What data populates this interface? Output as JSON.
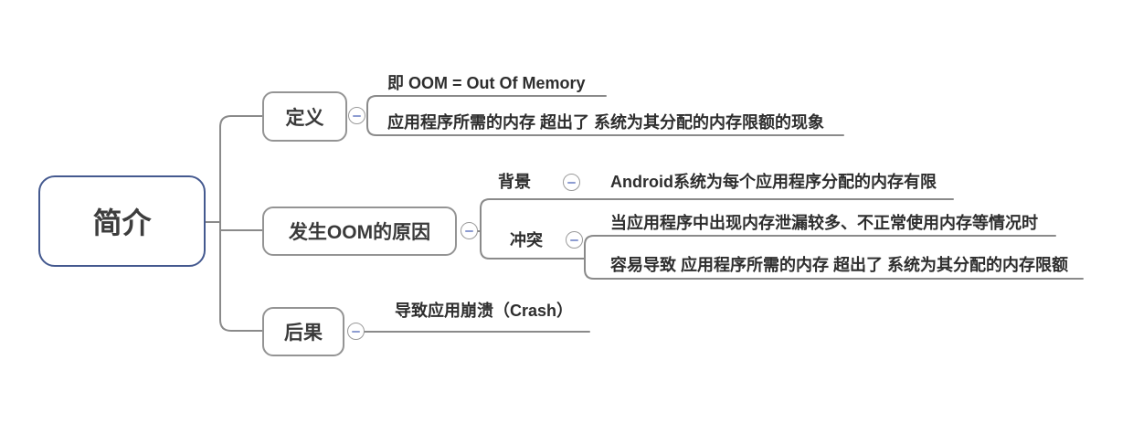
{
  "root": {
    "label": "简介"
  },
  "branches": [
    {
      "label": "定义",
      "children": [
        {
          "label": "即 OOM = Out Of Memory"
        },
        {
          "label": "应用程序所需的内存 超出了 系统为其分配的内存限额的现象"
        }
      ]
    },
    {
      "label": "发生OOM的原因",
      "children": [
        {
          "label": "背景",
          "children": [
            {
              "label": "Android系统为每个应用程序分配的内存有限"
            }
          ]
        },
        {
          "label": "冲突",
          "children": [
            {
              "label": "当应用程序中出现内存泄漏较多、不正常使用内存等情况时"
            },
            {
              "label": "容易导致 应用程序所需的内存 超出了 系统为其分配的内存限额"
            }
          ]
        }
      ]
    },
    {
      "label": "后果",
      "children": [
        {
          "label": "导致应用崩溃（Crash）"
        }
      ]
    }
  ],
  "icons": {
    "collapse": "minus-circle"
  },
  "colors": {
    "root_border": "#44598f",
    "branch_border": "#949494",
    "connector_line": "#8a8a8a",
    "text": "#2e2e2e",
    "collapse_minus": "#8d9cd1"
  }
}
